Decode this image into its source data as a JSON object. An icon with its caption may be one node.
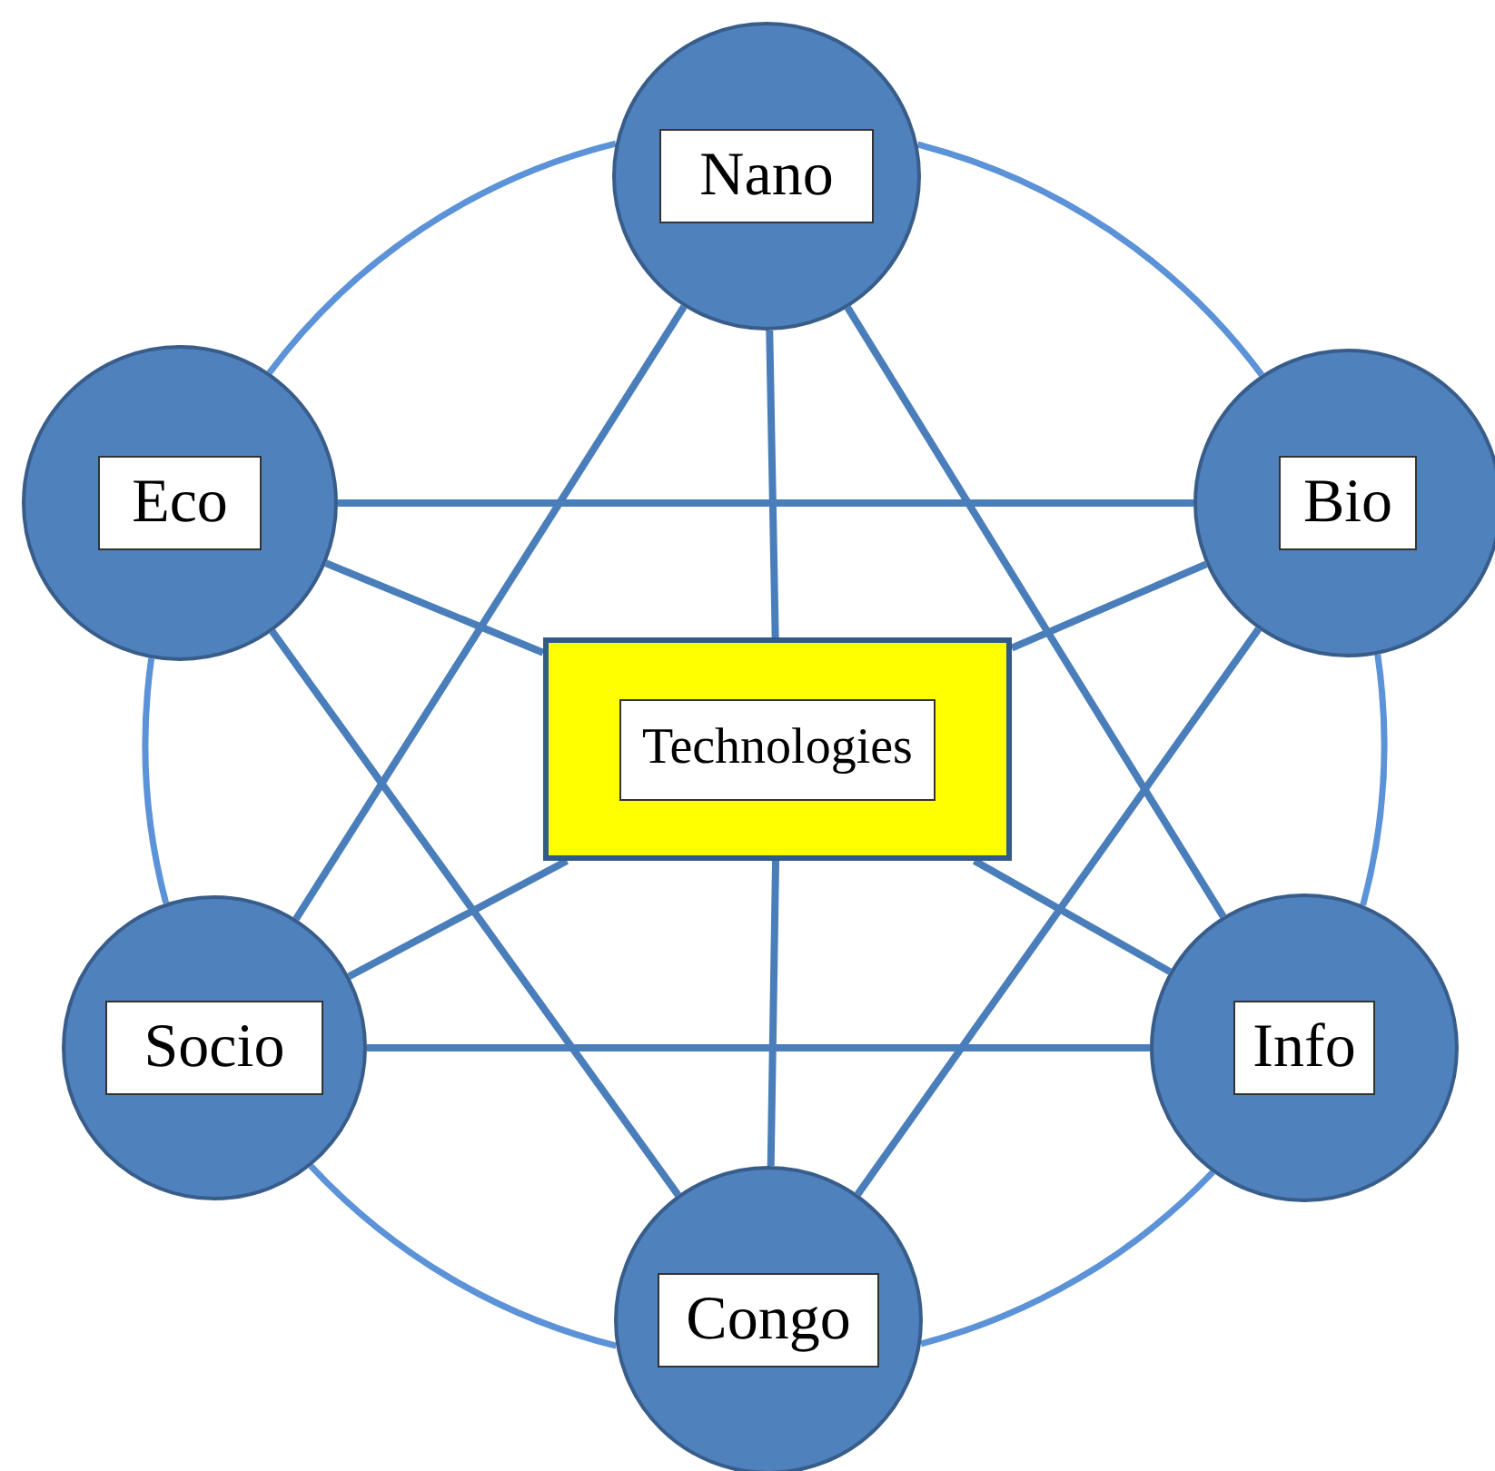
{
  "diagram": {
    "nodes": [
      {
        "text": [
          "Nano"
        ]
      },
      {
        "text": [
          "Eco"
        ]
      },
      {
        "text": [
          "Bio"
        ]
      },
      {
        "text": [
          "Technologies"
        ]
      },
      {
        "text": [
          "Socio"
        ]
      },
      {
        "text": [
          "Info"
        ]
      },
      {
        "text": [
          "Congo"
        ]
      }
    ],
    "edges": [
      {
        "from": 0,
        "to": 2,
        "arrow": "none",
        "color": "#5b92d8"
      },
      {
        "from": 2,
        "to": 5,
        "arrow": "none",
        "color": "#5b92d8"
      },
      {
        "from": 5,
        "to": 6,
        "arrow": "none",
        "color": "#5b92d8"
      },
      {
        "from": 6,
        "to": 4,
        "arrow": "none",
        "color": "#5b92d8"
      },
      {
        "from": 4,
        "to": 1,
        "arrow": "none",
        "color": "#5b92d8"
      },
      {
        "from": 1,
        "to": 0,
        "arrow": "none",
        "color": "#5b92d8"
      },
      {
        "from": 0,
        "to": 3,
        "arrow": "none"
      },
      {
        "from": 1,
        "to": 3,
        "arrow": "none"
      },
      {
        "from": 2,
        "to": 3,
        "arrow": "none"
      },
      {
        "from": 4,
        "to": 3,
        "arrow": "none"
      },
      {
        "from": 5,
        "to": 3,
        "arrow": "none"
      },
      {
        "from": 6,
        "to": 3,
        "arrow": "none"
      },
      {
        "from": 1,
        "to": 2,
        "arrow": "none"
      },
      {
        "from": 4,
        "to": 5,
        "arrow": "none"
      },
      {
        "from": 0,
        "to": 4,
        "arrow": "none"
      },
      {
        "from": 0,
        "to": 5,
        "arrow": "none"
      },
      {
        "from": 1,
        "to": 6,
        "arrow": "none"
      },
      {
        "from": 2,
        "to": 6,
        "arrow": "none"
      }
    ]
  }
}
